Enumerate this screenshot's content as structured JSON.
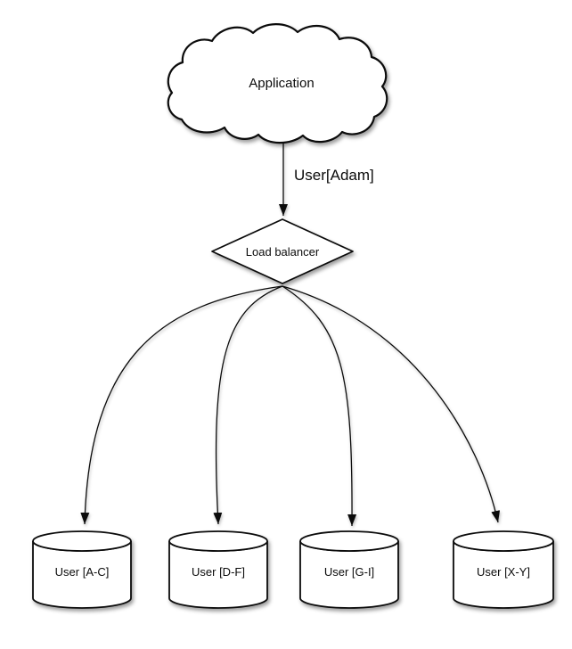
{
  "diagram": {
    "application": {
      "label": "Application"
    },
    "load_balancer": {
      "label": "Load balancer"
    },
    "shards": [
      {
        "label": "User [A-C]"
      },
      {
        "label": "User [D-F]"
      },
      {
        "label": "User [G-I]"
      },
      {
        "label": "User [X-Y]"
      }
    ],
    "edges": [
      {
        "from": "application",
        "to": "load_balancer",
        "label": "User[Adam]"
      },
      {
        "from": "load_balancer",
        "to": "shard-a-c",
        "label": ""
      },
      {
        "from": "load_balancer",
        "to": "shard-d-f",
        "label": ""
      },
      {
        "from": "load_balancer",
        "to": "shard-g-i",
        "label": ""
      },
      {
        "from": "load_balancer",
        "to": "shard-x-y",
        "label": ""
      }
    ],
    "colors": {
      "stroke": "#0b0b0b",
      "shape_fill": "#ffffff",
      "background": "#ffffff"
    }
  }
}
